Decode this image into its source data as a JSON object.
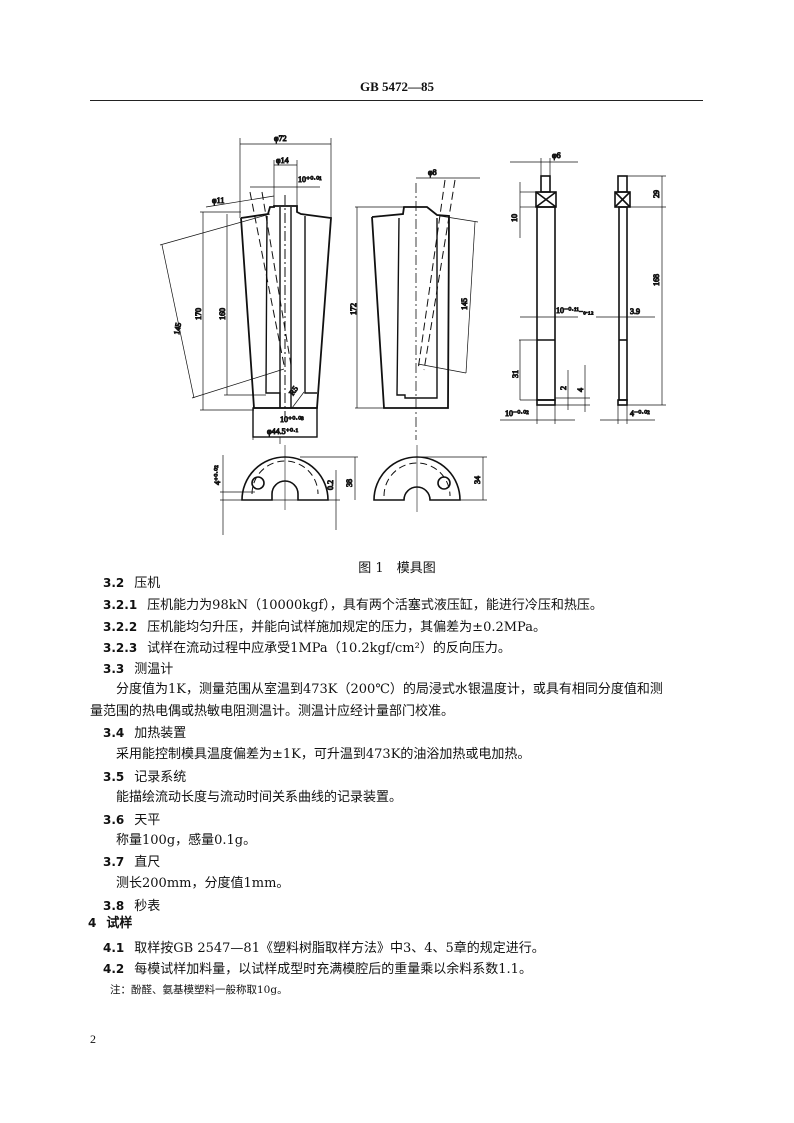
{
  "header": {
    "title": "GB 5472—85"
  },
  "figure": {
    "caption": "图 1　模具图",
    "labels": {
      "d72": "φ72",
      "d14": "φ14",
      "d11": "φ11",
      "tol_10_001": "10⁺⁰·⁰¹",
      "l145a": "145",
      "l170": "170",
      "l160": "160",
      "r5": "R5",
      "tol_10_003": "10⁺⁰·⁰³",
      "d445": "φ44.5⁺⁰·¹",
      "d8": "φ8",
      "l172": "172",
      "l145b": "145",
      "d6": "φ6",
      "l10": "10",
      "tol_10_011": "10⁻⁰·¹¹₋₀.₁₂",
      "l31": "31",
      "l2": "2",
      "l4": "4",
      "tol_10_002": "10⁻⁰·⁰²",
      "l29": "29",
      "l168": "168",
      "l39": "3.9",
      "tol_4_002": "4⁻⁰·⁰²",
      "tol_4_002b": "4⁺⁰·⁰²",
      "l02": "0.2",
      "l38": "38",
      "l34": "34"
    }
  },
  "sections": [
    {
      "num": "3.2",
      "text": "压机"
    },
    {
      "num": "3.2.1",
      "text": "压机能力为98kN（10000kgf），具有两个活塞式液压缸，能进行冷压和热压。"
    },
    {
      "num": "3.2.2",
      "text": "压机能均匀升压，并能向试样施加规定的压力，其偏差为±0.2MPa。"
    },
    {
      "num": "3.2.3",
      "text": "试样在流动过程中应承受1MPa（10.2kgf/cm²）的反向压力。"
    },
    {
      "num": "3.3",
      "text": "测温计"
    },
    {
      "num": "",
      "text": "分度值为1K，测量范围从室温到473K（200℃）的局浸式水银温度计，或具有相同分度值和测"
    },
    {
      "num": "",
      "text": "量范围的热电偶或热敏电阻测温计。测温计应经计量部门校准。"
    },
    {
      "num": "3.4",
      "text": "加热装置"
    },
    {
      "num": "",
      "text": "采用能控制模具温度偏差为±1K，可升温到473K的油浴加热或电加热。"
    },
    {
      "num": "3.5",
      "text": "记录系统"
    },
    {
      "num": "",
      "text": "能描绘流动长度与流动时间关系曲线的记录装置。"
    },
    {
      "num": "3.6",
      "text": "天平"
    },
    {
      "num": "",
      "text": "称量100g，感量0.1g。"
    },
    {
      "num": "3.7",
      "text": "直尺"
    },
    {
      "num": "",
      "text": "测长200mm，分度值1mm。"
    },
    {
      "num": "3.8",
      "text": "秒表"
    },
    {
      "num": "4",
      "text": "试样"
    },
    {
      "num": "4.1",
      "text": "取样按GB 2547—81《塑料树脂取样方法》中3、4、5章的规定进行。"
    },
    {
      "num": "4.2",
      "text": "每模试样加料量，以试样成型时充满模腔后的重量乘以余料系数1.1。"
    },
    {
      "num": "",
      "text": "注：酚醛、氨基模塑料一般称取10g。"
    }
  ],
  "page_number": "2"
}
